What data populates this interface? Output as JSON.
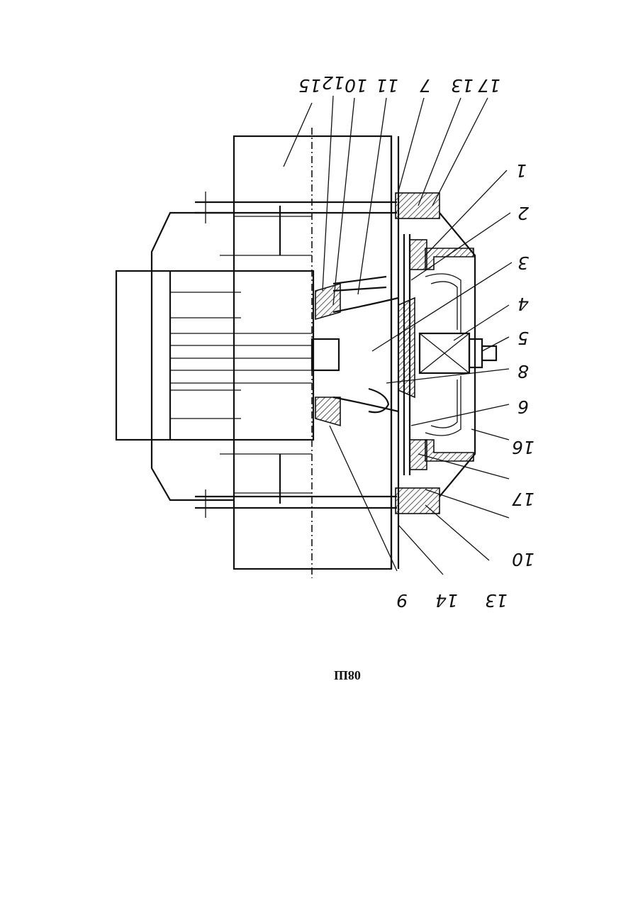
{
  "figure": {
    "caption": "08Ш",
    "part_labels": [
      "15",
      "12",
      "10",
      "11",
      "7",
      "13",
      "17",
      "1",
      "2",
      "3",
      "4",
      "5",
      "8",
      "6",
      "16",
      "17",
      "10",
      "13",
      "14",
      "9"
    ]
  }
}
